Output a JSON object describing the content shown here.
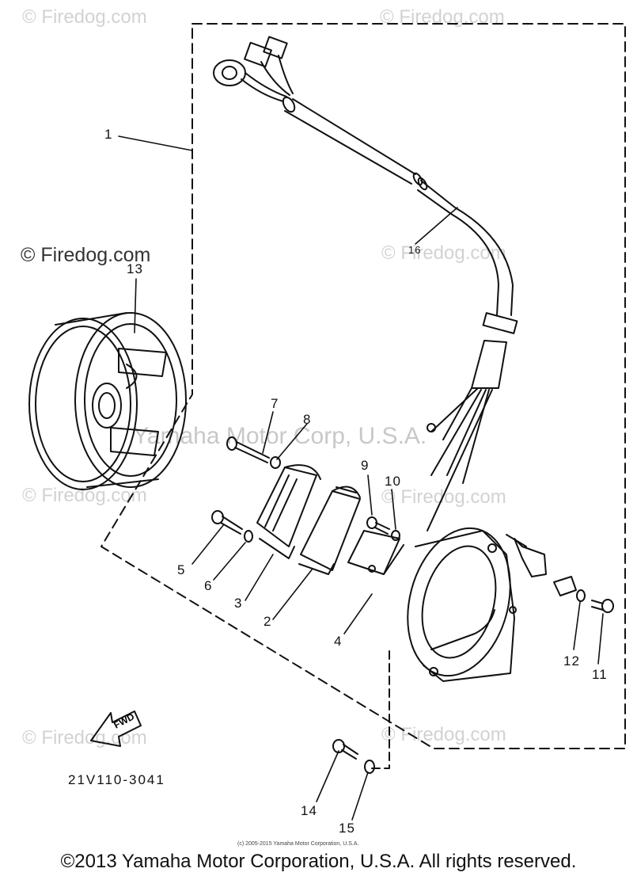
{
  "watermarks": {
    "top_left": "© Firedog.com",
    "top_right": "© Firedog.com",
    "mid_left_dark": "© Firedog.com",
    "mid_right": "© Firedog.com",
    "center": "Yamaha Motor Corp, U.S.A.",
    "left_lower": "© Firedog.com",
    "right_lower": "© Firedog.com",
    "bottom_left": "© Firedog.com",
    "bottom_right": "© Firedog.com"
  },
  "callouts": [
    "1",
    "2",
    "3",
    "4",
    "5",
    "6",
    "7",
    "8",
    "9",
    "10",
    "11",
    "12",
    "13",
    "14",
    "15",
    "16"
  ],
  "fwd_label": "FWD",
  "diagram_code": "21V110-3041",
  "tiny_copyright": "(c) 2005-2015 Yamaha Motor Corporation, U.S.A.",
  "footer": "©2013 Yamaha Motor Corporation, U.S.A. All rights reserved."
}
